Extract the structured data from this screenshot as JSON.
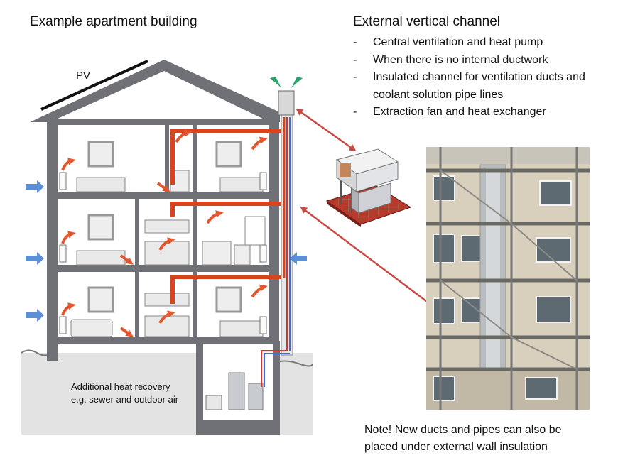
{
  "titles": {
    "left": "Example apartment building",
    "right": "External vertical channel"
  },
  "bullets": [
    "Central ventilation and heat pump",
    "When there is no internal ductwork",
    "Insulated channel for ventilation ducts and coolant solution pipe lines",
    "Extraction fan and heat exchanger"
  ],
  "labels": {
    "pv": "PV",
    "heat_recovery_line1": "Additional heat recovery",
    "heat_recovery_line2": "e.g. sewer and outdoor  air",
    "note_line1": "Note! New ducts and pipes can also be",
    "note_line2": "placed under external wall insulation"
  },
  "colors": {
    "wall": "#6f7177",
    "ground": "#e3e3e3",
    "supply_air": "#e4572e",
    "duct": "#d9441c",
    "outdoor_air": "#5b8fd6",
    "pipe_hot": "#d93030",
    "pipe_cold": "#3b6fd1",
    "callout_arrow": "#c94a44",
    "exhaust": "#2aa26a"
  }
}
